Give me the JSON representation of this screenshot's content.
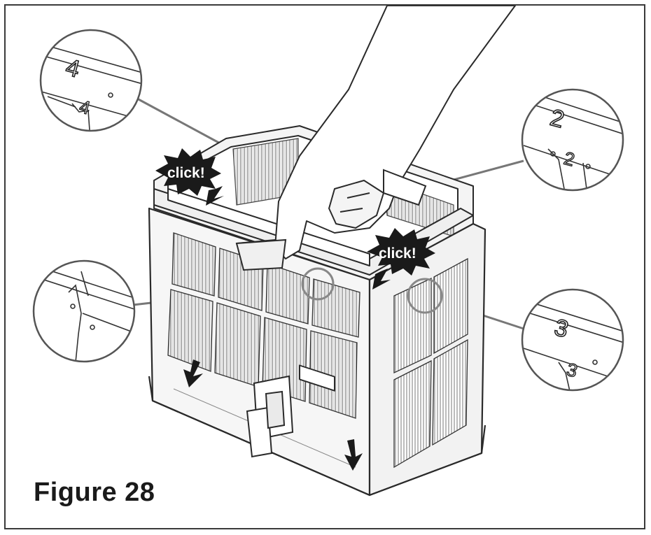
{
  "figure": {
    "caption": "Figure 28",
    "callouts": [
      {
        "id": "click-top-left",
        "text": "click!"
      },
      {
        "id": "click-right",
        "text": "click!"
      }
    ],
    "slot_labels": {
      "slot_2": "2",
      "slot_3": "3",
      "slot_4": "4"
    }
  },
  "colors": {
    "line": "#2a2a2a",
    "pleat": "#9a9a9a",
    "frame_fill": "#f2f2f2",
    "burst": "#1a1a1a",
    "callout_line": "#777777"
  }
}
